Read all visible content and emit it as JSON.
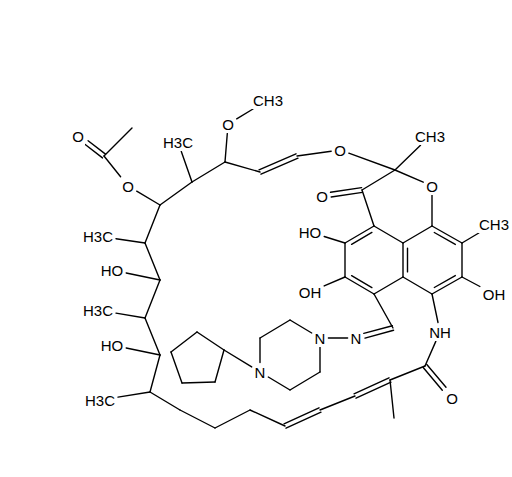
{
  "diagram": {
    "labels": [
      "O",
      "CH3",
      "O",
      "O",
      "H3C",
      "O",
      "CH3",
      "O",
      "H3C",
      "O",
      "CH3",
      "HO",
      "HO",
      "OH",
      "H3C",
      "OH",
      "HO",
      "N",
      "N",
      "NH",
      "H3C",
      "N",
      "O"
    ]
  }
}
